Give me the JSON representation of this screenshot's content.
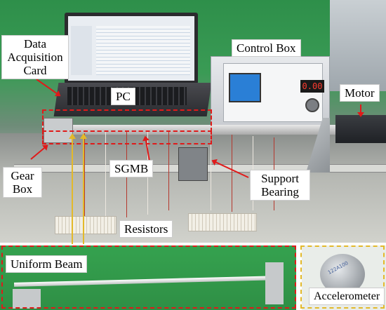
{
  "labels": {
    "data_acquisition_card": "Data\nAcquisition\nCard",
    "control_box": "Control Box",
    "pc": "PC",
    "motor": "Motor",
    "sgmb": "SGMB",
    "gear_box": "Gear\nBox",
    "support_bearing": "Support\nBearing",
    "resistors": "Resistors",
    "uniform_beam": "Uniform Beam",
    "accelerometer": "Accelerometer"
  },
  "device_text": {
    "controller_display": "0.00",
    "accelerometer_marking": "122A100"
  },
  "colors": {
    "highlight_red": "#e01a1a",
    "highlight_yellow": "#e3b92a",
    "background_green": "#2e8f4a"
  }
}
